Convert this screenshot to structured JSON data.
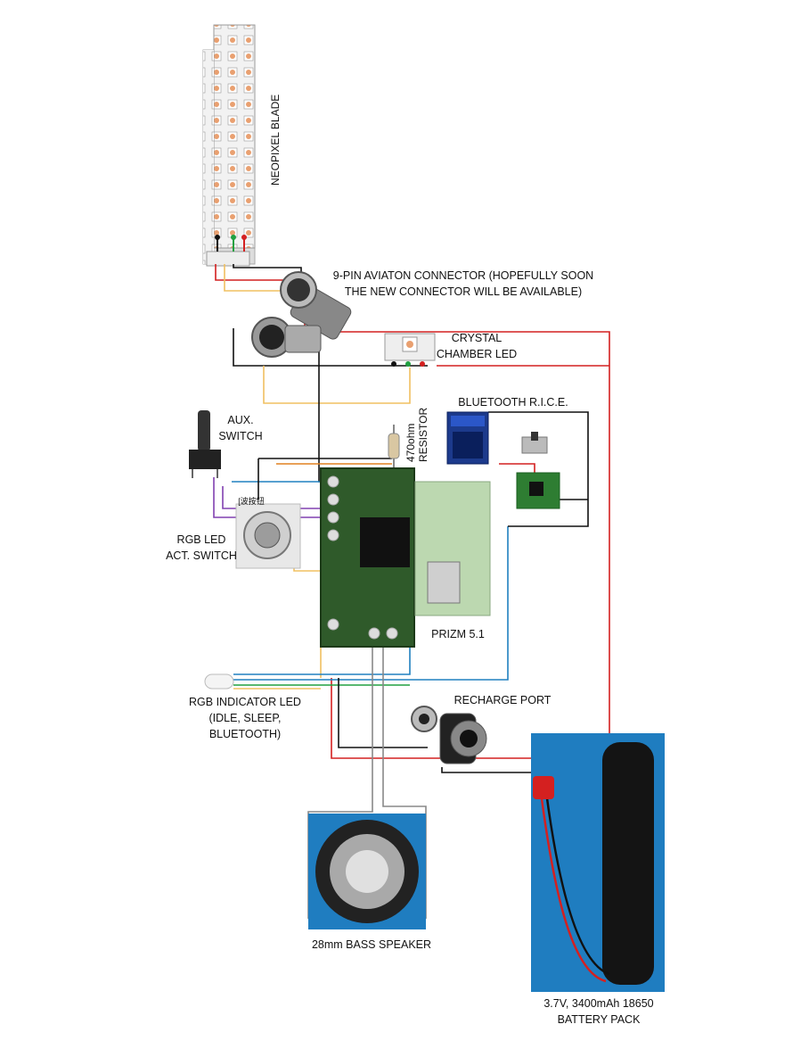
{
  "labels": {
    "neopixel_blade": "NEOPIXEL BLADE",
    "aviation_connector": [
      "9-PIN AVIATON CONNECTOR (HOPEFULLY SOON",
      "THE NEW CONNECTOR WILL BE AVAILABLE)"
    ],
    "crystal_chamber": [
      "CRYSTAL",
      "CHAMBER LED"
    ],
    "bluetooth": "BLUETOOTH R.I.C.E.",
    "aux_switch": [
      "AUX.",
      "SWITCH"
    ],
    "resistor": [
      "470ohm",
      "RESISTOR"
    ],
    "rgb_act_switch": [
      "RGB LED",
      "ACT. SWITCH"
    ],
    "switch_chinese": "[波按钮",
    "prizm": "PRIZM 5.1",
    "indicator_led": [
      "RGB INDICATOR LED",
      "(IDLE, SLEEP,",
      "BLUETOOTH)"
    ],
    "recharge_port": "RECHARGE PORT",
    "speaker": "28mm BASS SPEAKER",
    "battery": [
      "3.7V, 3400mAh 18650",
      "BATTERY PACK"
    ]
  },
  "colors": {
    "wire_red": "#d42020",
    "wire_black": "#111111",
    "wire_yellow": "#f0c060",
    "wire_purple": "#8040b0",
    "wire_green": "#20a040",
    "wire_blue": "#2080c0",
    "wire_gray": "#888888",
    "wire_orange": "#e08020",
    "pcb_green": "#2f5a2a",
    "battery_bg": "#1f7dc0"
  }
}
